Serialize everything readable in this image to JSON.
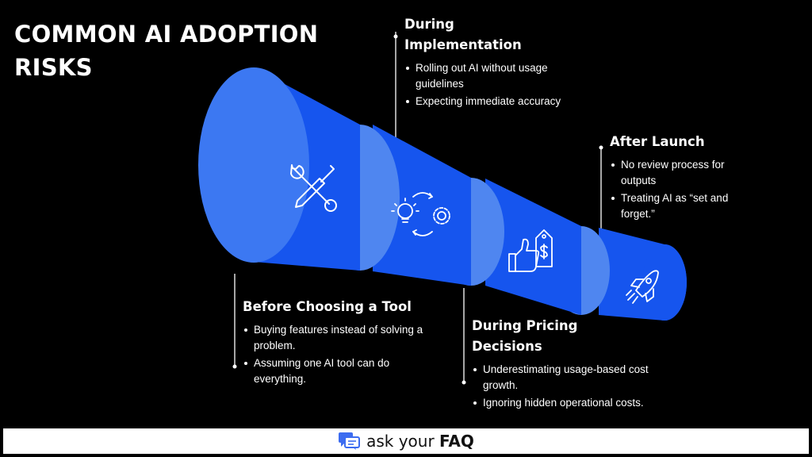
{
  "title": "COMMON AI ADOPTION RISKS",
  "stages": [
    {
      "title": "Before Choosing a Tool",
      "icon": "tools-icon",
      "bullets": [
        "Buying features instead of solving a problem.",
        "Assuming one AI tool can do everything."
      ]
    },
    {
      "title": "During Implementation",
      "icon": "idea-cycle-gear-icon",
      "bullets": [
        "Rolling out AI without usage guidelines",
        "Expecting immediate accuracy"
      ]
    },
    {
      "title": "During Pricing Decisions",
      "icon": "thumbs-up-price-tag-icon",
      "bullets": [
        "Underestimating usage-based cost growth.",
        "Ignoring hidden operational costs."
      ]
    },
    {
      "title": "After Launch",
      "icon": "rocket-icon",
      "bullets": [
        "No review process for outputs",
        "Treating AI as “set and forget.”"
      ]
    }
  ],
  "footer": {
    "brand_prefix": "ask your ",
    "brand_bold": "FAQ"
  },
  "colors": {
    "background": "#000000",
    "cone": "#1655EE",
    "rim": "#4F86F0",
    "text": "#FFFFFF",
    "footer_bg": "#FFFFFF"
  }
}
